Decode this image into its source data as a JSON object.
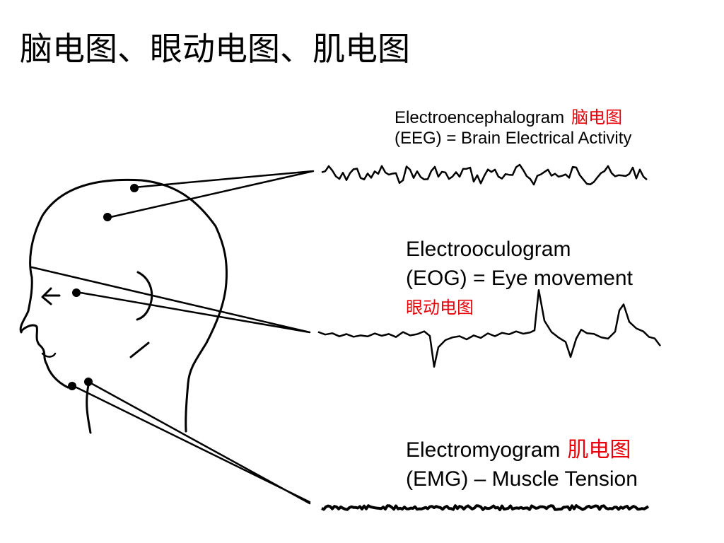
{
  "title": "脑电图、眼动电图、肌电图",
  "eeg": {
    "line1": "Electroencephalogram",
    "zh": "脑电图",
    "line2": "(EEG) = Brain Electrical Activity"
  },
  "eog": {
    "line1": "Electrooculogram",
    "line2": "(EOG) = Eye movement",
    "zh": "眼动电图"
  },
  "emg": {
    "line1": "Electromyogram",
    "zh": "肌电图",
    "line2": "(EMG) – Muscle Tension"
  },
  "colors": {
    "ink": "#000000",
    "chinese_label": "#e8000b",
    "background": "#ffffff"
  }
}
